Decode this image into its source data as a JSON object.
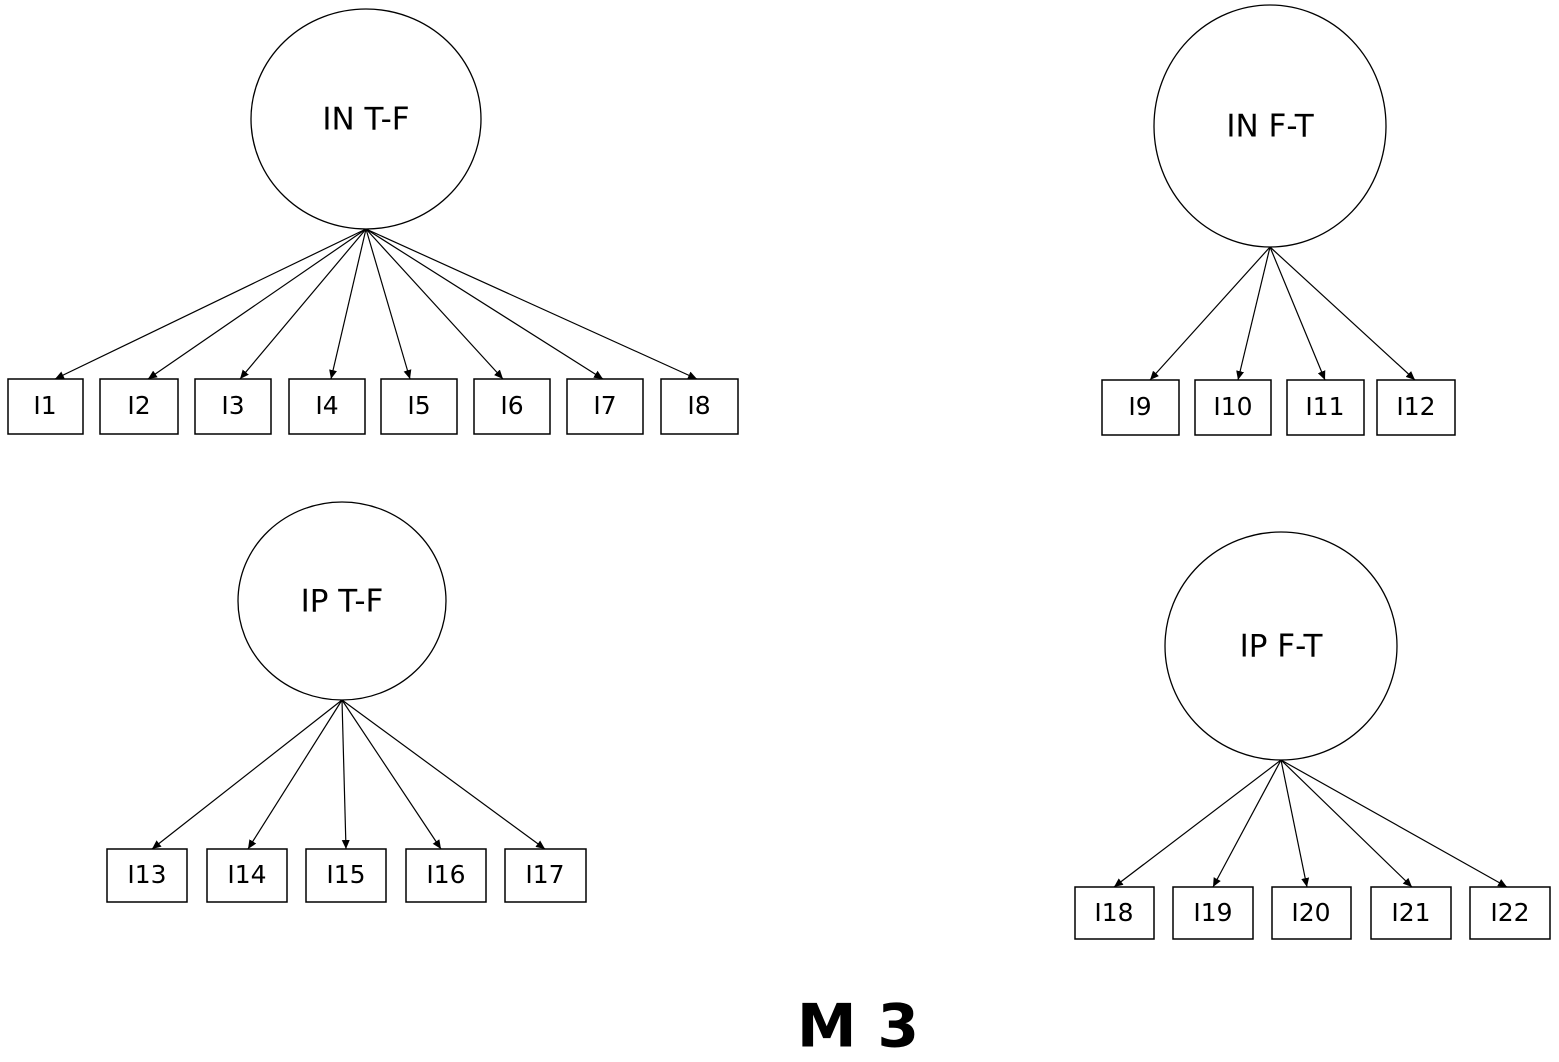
{
  "title": "M 3",
  "factors": [
    {
      "label": "IN T-F",
      "indicators": [
        "I1",
        "I2",
        "I3",
        "I4",
        "I5",
        "I6",
        "I7",
        "I8"
      ]
    },
    {
      "label": "IN F-T",
      "indicators": [
        "I9",
        "I10",
        "I11",
        "I12"
      ]
    },
    {
      "label": "IP T-F",
      "indicators": [
        "I13",
        "I14",
        "I15",
        "I16",
        "I17"
      ]
    },
    {
      "label": "IP F-T",
      "indicators": [
        "I18",
        "I19",
        "I20",
        "I21",
        "I22"
      ]
    }
  ]
}
